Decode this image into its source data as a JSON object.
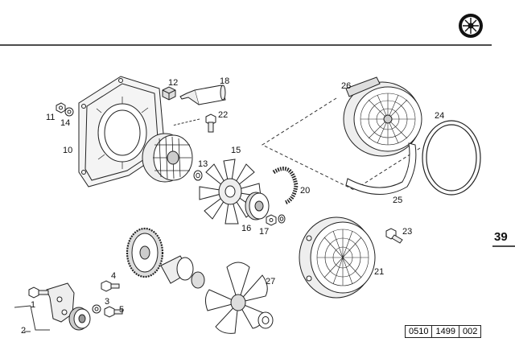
{
  "page_number": "39",
  "drawing_code": [
    "0510",
    "1499",
    "002"
  ],
  "logo": "fan-wheel-logo",
  "part_labels": {
    "p1": "1",
    "p2": "2",
    "p3": "3",
    "p4": "4",
    "p5": "5",
    "p10": "10",
    "p11": "11",
    "p12": "12",
    "p13": "13",
    "p14": "14",
    "p15": "15",
    "p16": "16",
    "p17": "17",
    "p18": "18",
    "p20": "20",
    "p21": "21",
    "p22": "22",
    "p23": "23",
    "p24": "24",
    "p25": "25",
    "p26": "26",
    "p27": "27"
  }
}
